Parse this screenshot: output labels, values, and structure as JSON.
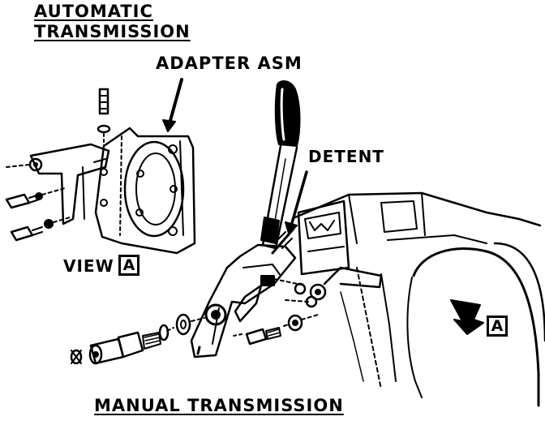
{
  "labels": {
    "automatic_line1": "AUTOMATIC",
    "automatic_line2": "TRANSMISSION",
    "adapter": "ADAPTER ASM",
    "detent": "DETENT",
    "view": "VIEW",
    "view_ref": "A",
    "callout_ref": "A",
    "manual": "MANUAL TRANSMISSION"
  },
  "colors": {
    "ink": "#000000",
    "paper": "#ffffff"
  }
}
